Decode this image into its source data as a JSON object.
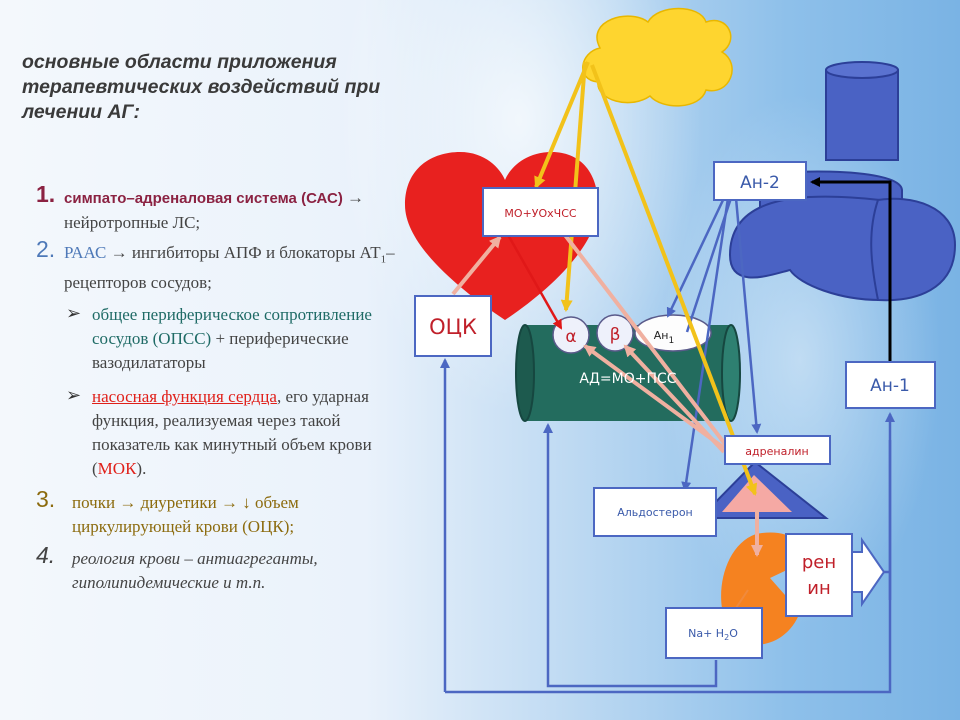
{
  "title": "основные области приложения терапевтических воздействий при лечении  АГ:",
  "list": [
    {
      "num": "1.",
      "term": "симпато–адреналовая система (САС) ",
      "rest": "→ нейротропные ЛС;"
    },
    {
      "num": "2.",
      "term": "РААС ",
      "rest_a": "→ ингибиторы АПФ и блокаторы АТ",
      "sub": "1",
      "rest_b": "–рецепторов сосудов;"
    },
    {
      "num": "3.",
      "text": "почки → диуретики → ↓ объем циркулирующей крови (ОЦК);"
    },
    {
      "num": "4.",
      "text": "реология крови – антиагреганты, гиполипидемические и т.п."
    }
  ],
  "sub": [
    {
      "term": "общее периферическое сопротивление сосудов (ОПСС)",
      "rest": " + периферические вазодилататоры"
    },
    {
      "term": "насосная функция сердца",
      "rest_a": ", его ударная функция, реализуемая через такой показатель как минутный объем крови (",
      "mok": "МОК",
      "rest_b": ")."
    }
  ],
  "diagram": {
    "heart_box": "МО+УОхЧСС",
    "ock": "ОЦК",
    "alpha": "α",
    "beta": "β",
    "an1_receptor": "Ан",
    "an1_receptor_sub": "1",
    "formula": "АД=МО+ПСС",
    "an2": "Ан-2",
    "an1": "Ан-1",
    "adrenaline": "адреналин",
    "aldosterone": "Альдостерон",
    "renin_1": "рен",
    "renin_2": "ин",
    "na_h2o": "Na+ H",
    "na_h2o_sub": "2",
    "na_h2o_end": "O"
  },
  "colors": {
    "heart": "#e8211f",
    "cloud": "#fed52f",
    "vessel": "#236c5e",
    "organ_blue": "#4a62c4",
    "kidney": "#f58220",
    "arrow_blue": "#4c67c2",
    "arrow_yellow": "#f2c21a",
    "arrow_pink": "#f0b0a0"
  }
}
